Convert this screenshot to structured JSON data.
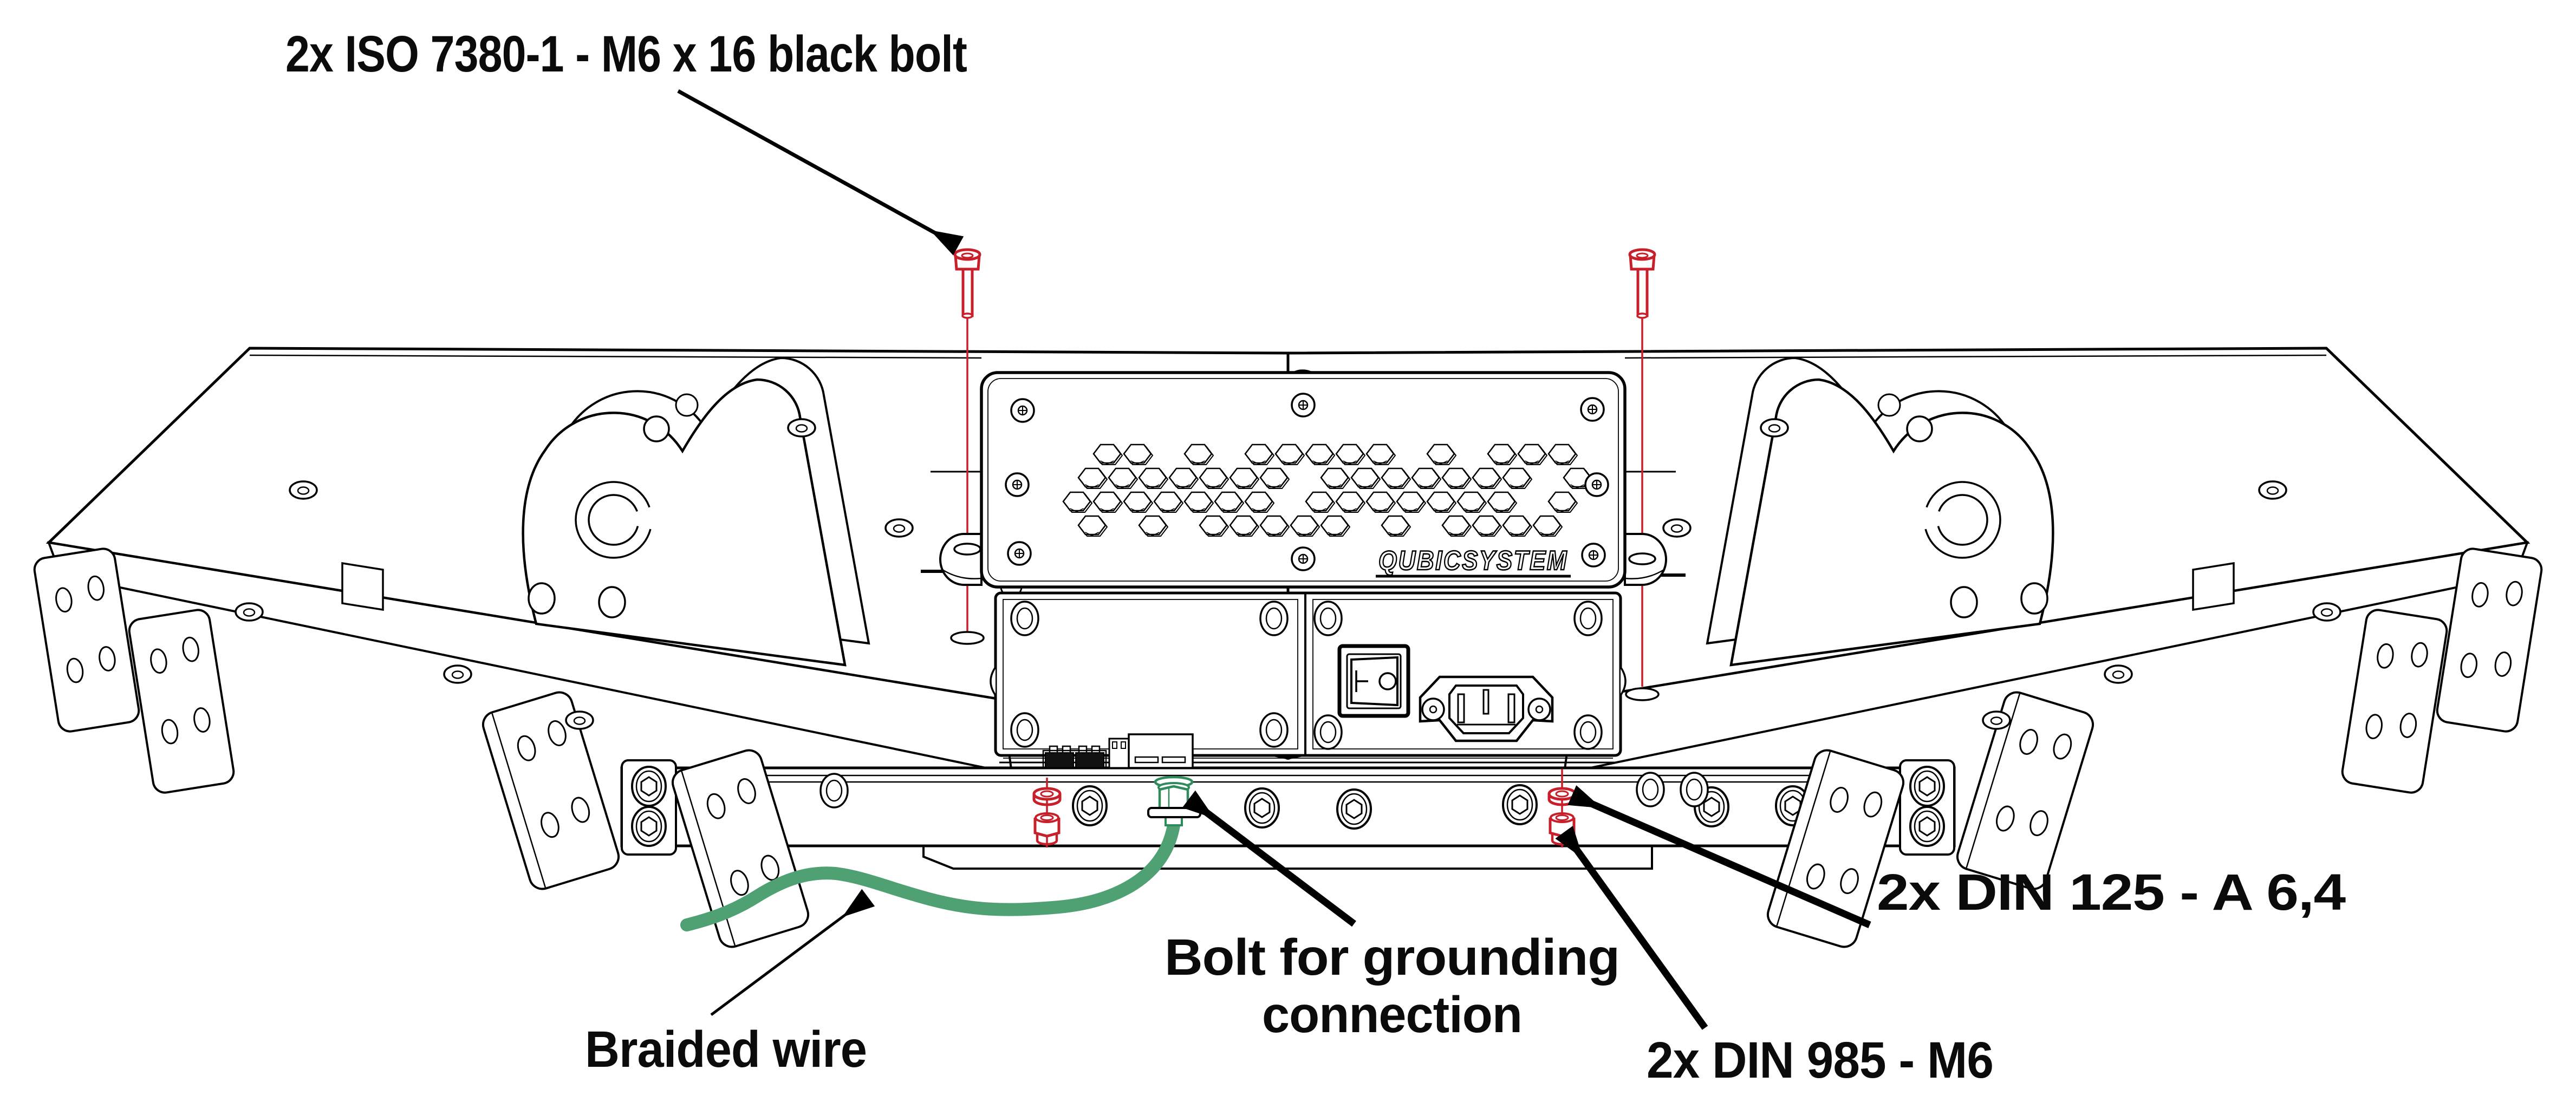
{
  "diagram": {
    "type": "technical-assembly-diagram",
    "background_color": "#ffffff",
    "line_color": "#000000",
    "highlight_colors": {
      "fastener_red": "#c8202a",
      "grounding_green": "#4fa173"
    },
    "brand_logo": "QUBICSYSTEM",
    "callouts": [
      {
        "id": "iso_bolt",
        "text": "2x ISO 7380-1 - M6 x 16 black bolt",
        "points_to": "black button-head bolt (shown red)"
      },
      {
        "id": "din125",
        "text": "2x DIN 125 - A 6,4",
        "points_to": "flat washer (shown red)"
      },
      {
        "id": "din985",
        "text": "2x DIN 985 - M6",
        "points_to": "nylock nut (shown red)"
      },
      {
        "id": "grounding_line1",
        "text": "Bolt for grounding",
        "points_to": "green grounding bolt under rail"
      },
      {
        "id": "grounding_line2",
        "text": "connection"
      },
      {
        "id": "braided",
        "text": "Braided wire",
        "points_to": "green braided grounding wire"
      }
    ]
  }
}
